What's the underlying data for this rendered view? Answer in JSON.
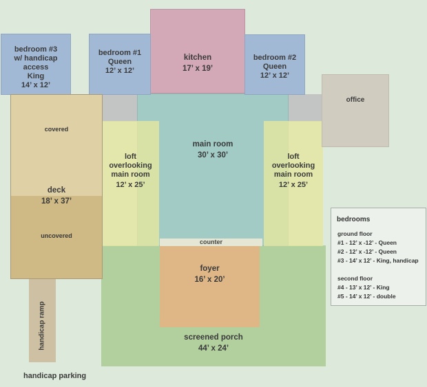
{
  "plan": {
    "bedroom3": {
      "line1": "bedroom #3",
      "line2": "w/ handicap",
      "line3": "access",
      "line4": "King",
      "dims": "14’ x 12’"
    },
    "bedroom1": {
      "line1": "bedroom #1",
      "line2": "Queen",
      "dims": "12’ x 12’"
    },
    "kitchen": {
      "name": "kitchen",
      "dims": "17’ x 19’"
    },
    "bedroom2": {
      "line1": "bedroom #2",
      "line2": "Queen",
      "dims": "12’ x 12’"
    },
    "office": {
      "name": "office"
    },
    "deck": {
      "covered": "covered",
      "name": "deck",
      "dims": "18’ x 37’",
      "uncovered": "uncovered"
    },
    "loft_left": {
      "line1": "loft",
      "line2": "overlooking",
      "line3": "main room",
      "dims": "12’ x 25’"
    },
    "loft_right": {
      "line1": "loft",
      "line2": "overlooking",
      "line3": "main room",
      "dims": "12’ x 25’"
    },
    "main_room": {
      "name": "main room",
      "dims": "30’ x 30’"
    },
    "counter": {
      "name": "counter"
    },
    "foyer": {
      "name": "foyer",
      "dims": "16’ x 20’"
    },
    "porch": {
      "name": "screened porch",
      "dims": "44’ x 24’"
    },
    "ramp": {
      "name": "handicap ramp"
    },
    "parking": {
      "name": "handicap parking"
    }
  },
  "legend": {
    "title": "bedrooms",
    "ground_heading": "ground floor",
    "ground": [
      "#1 - 12’ x -12’ - Queen",
      "#2 - 12’ x -12’ - Queen",
      "#3 - 14’ x 12’ - King, handicap"
    ],
    "second_heading": "second floor",
    "second": [
      "#4 - 13’ x 12’ - King",
      "#5 - 14’ x 12’ - double"
    ]
  },
  "colors": {
    "background": "#dde9da",
    "bedroom": "#a2b9d6",
    "kitchen": "#d3a9b7",
    "office": "#d0cdc0",
    "gray_block": "#c3c5c4",
    "main_room": "#a2cbc6",
    "loft": "#e1e3a6",
    "deck_covered": "#dfd0a6",
    "deck_uncovered": "#cfb984",
    "foyer": "#dfb787",
    "porch": "#b1d09e",
    "ramp": "#cdc0a3",
    "counter": "#e6e6d4"
  }
}
